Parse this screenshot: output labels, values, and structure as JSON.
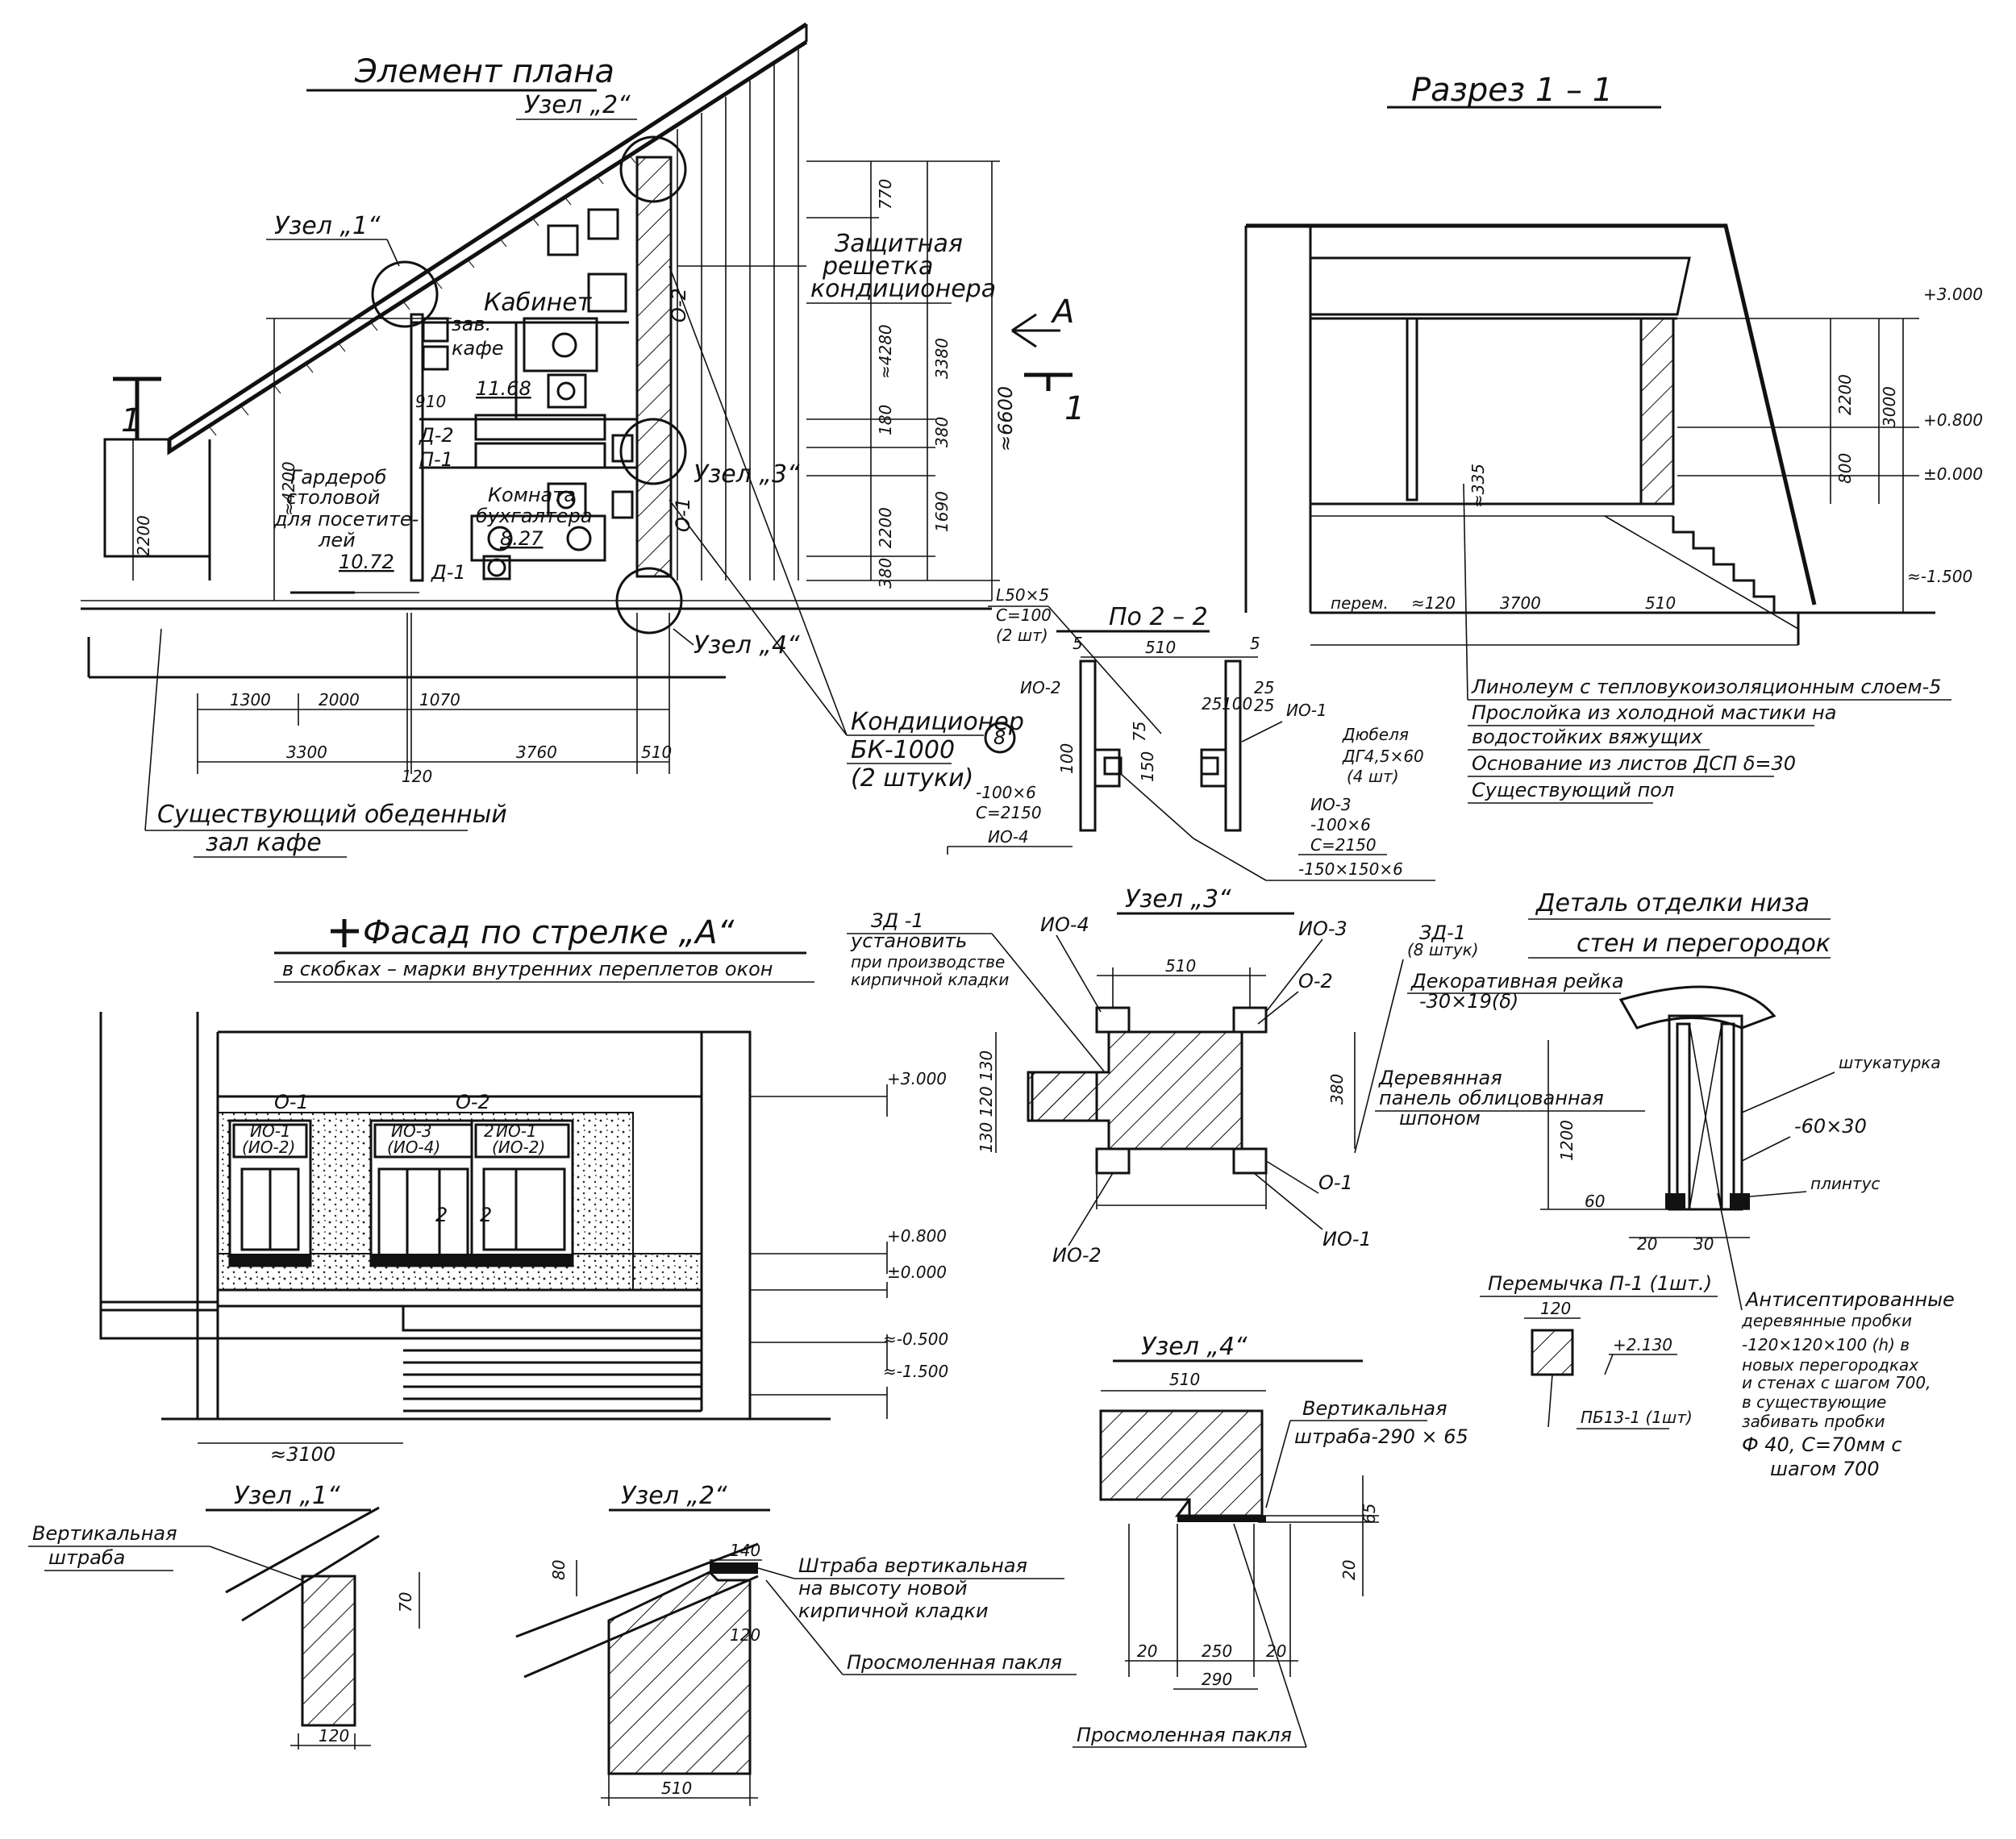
{
  "titles": {
    "plan": "Элемент плана",
    "section": "Разрез 1 – 1",
    "facade": "Фасад по стрелке „А“",
    "facade_sub": "в скобках – марки внутренних переплетов окон",
    "uzel1": "Узел „1“",
    "uzel2": "Узел „2“",
    "uzel3": "Узел „3“",
    "uzel4": "Узел „4“",
    "detail": "Деталь отделки низа",
    "detail2": "стен и перегородок",
    "po22": "По 2 – 2",
    "peremychka": "Перемычка П-1 (1шт.)"
  },
  "plan": {
    "uzel2": "Узел „2“",
    "uzel1": "Узел „1“",
    "uzel3": "Узел „3“",
    "uzel4": "Узел „4“",
    "kabinet": "Кабинет",
    "zav": "зав.",
    "kafe": "кафе",
    "area1": "11.68",
    "num910": "910",
    "d2": "Д-2",
    "p1": "П-1",
    "d1": "Д-1",
    "garderob1": "Гардероб",
    "garderob2": "столовой",
    "garderob3": "для посетите-",
    "garderob4": "лей",
    "area_g": "10.72",
    "komnata1": "Комната",
    "komnata2": "бухгалтера",
    "area_k": "8.27",
    "reshetka1": "Защитная",
    "reshetka2": "решетка",
    "reshetka3": "кондиционера",
    "arrowA": "А",
    "cut1": "1",
    "cut1b": "1",
    "o2": "О-2",
    "o1": "О-1",
    "existing1": "Существующий обеденный",
    "existing2": "зал кафе",
    "kond1": "Кондиционер",
    "kond2": "БК-1000",
    "kond3": "(2 штуки)",
    "kond_num": "8",
    "dims_v": [
      "770",
      "≈4280",
      "3380",
      "≈6600",
      "180",
      "380",
      "2200",
      "1690",
      "380",
      "2200",
      "≈4200"
    ],
    "dims_h": [
      "1300",
      "2000",
      "1070",
      "3300",
      "3760",
      "120",
      "510"
    ]
  },
  "section": {
    "levels": [
      "+3.000",
      "+0.800",
      "±0.000",
      "≈-1.500"
    ],
    "dims": [
      "2200",
      "3000",
      "800",
      "≈335"
    ],
    "bottom": [
      "перем.",
      "≈120",
      "3700",
      "510"
    ],
    "notes": [
      "Линолеум с тепловукоизоляционным слоем-5",
      "Прослойка из холодной мастики на",
      "водостойких вяжущих",
      "Основание из листов ДСП δ=30",
      "Существующий пол"
    ]
  },
  "po22": {
    "angle1": "L50×5",
    "angle2": "С=100",
    "angle3": "(2 шт)",
    "w510": "510",
    "n5a": "5",
    "n5b": "5",
    "n25a": "25",
    "n25b": "25",
    "n25c": "25",
    "n100a": "100",
    "n100b": "100",
    "n75": "75",
    "n150": "150",
    "io2": "ИО-2",
    "io1": "ИО-1",
    "dubel1": "Дюбеля",
    "dubel2": "ДГ4,5×60",
    "dubel3": "(4 шт)",
    "plate1": "-100×6",
    "plate2": "С=2150",
    "io4": "ИО-4",
    "io3": "ИО-3",
    "plate3": "-100×6",
    "plate4": "С=2150",
    "plate5": "-150×150×6"
  },
  "facade": {
    "o1": "О-1",
    "o2": "О-2",
    "io1": "ИО-1",
    "io2b": "(ИО-2)",
    "io3": "ИО-3",
    "io4b": "(ИО-4)",
    "io1b": "ИО-1",
    "io2c": "(ИО-2)",
    "two1": "2",
    "two2": "2",
    "two3": "2",
    "levels": [
      "+3.000",
      "+0.800",
      "±0.000",
      "≈-0.500",
      "≈-1.500"
    ],
    "width": "≈3100"
  },
  "uzel3": {
    "zd1": "ЗД -1",
    "zd1a": "установить",
    "zd1b": "при производстве",
    "zd1c": "кирпичной кладки",
    "io4": "ИО-4",
    "io3": "ИО-3",
    "o2": "О-2",
    "o1": "О-1",
    "io2": "ИО-2",
    "io1": "ИО-1",
    "w510": "510",
    "h380": "380",
    "d190": "130 120 130"
  },
  "detail": {
    "zd1": "ЗД-1",
    "zd1n": "(8 штук)",
    "reika1": "Декоративная рейка",
    "reika2": "-30×19(δ)",
    "panel1": "Деревянная",
    "panel2": "панель облицованная",
    "panel3": "шпоном",
    "shtukaturka": "штукатурка",
    "size": "-60×30",
    "plintus": "плинтус",
    "h1200": "1200",
    "h60": "60",
    "w20": "20",
    "w30": "30",
    "anti1": "Антисептированные",
    "anti2": "деревянные пробки",
    "anti3": "-120×120×100 (h) в",
    "anti4": "новых перегородках",
    "anti5": "и стенах с шагом 700,",
    "anti6": "в существующие",
    "anti7": "забивать пробки",
    "anti8": "Ф 40, С=70мм с",
    "anti9": "шагом 700",
    "w120": "120",
    "lvl": "+2.130",
    "pb": "ПБ13-1 (1шт)"
  },
  "uzel4": {
    "w510": "510",
    "shtraba1": "Вертикальная",
    "shtraba2": "штраба-290 × 65",
    "n65": "65",
    "n20v": "20",
    "b20a": "20",
    "b250": "250",
    "b20b": "20",
    "b290": "290",
    "pakla": "Просмоленная пакля"
  },
  "uzel1": {
    "shtraba1": "Вертикальная",
    "shtraba2": "штраба",
    "n70": "70",
    "n120": "120"
  },
  "uzel2": {
    "n80": "80",
    "n140": "140",
    "n120": "120",
    "w510": "510",
    "shtraba1": "Штраба вертикальная",
    "shtraba2": "на высоту новой",
    "shtraba3": "кирпичной кладки",
    "pakla": "Просмоленная пакля"
  }
}
